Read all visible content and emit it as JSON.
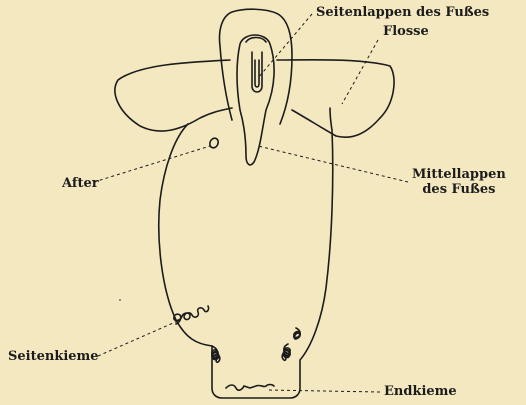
{
  "labels": {
    "seitenlappen": "Seitenlappen des Fußes",
    "flosse": "Flosse",
    "after": "After",
    "mittellappen_line1": "Mittellappen",
    "mittellappen_line2": "des Fußes",
    "seitenkieme": "Seitenkieme",
    "endkieme": "Endkieme"
  },
  "colors": {
    "paper": "#f4e8c0",
    "ink": "#1c1c1c"
  }
}
